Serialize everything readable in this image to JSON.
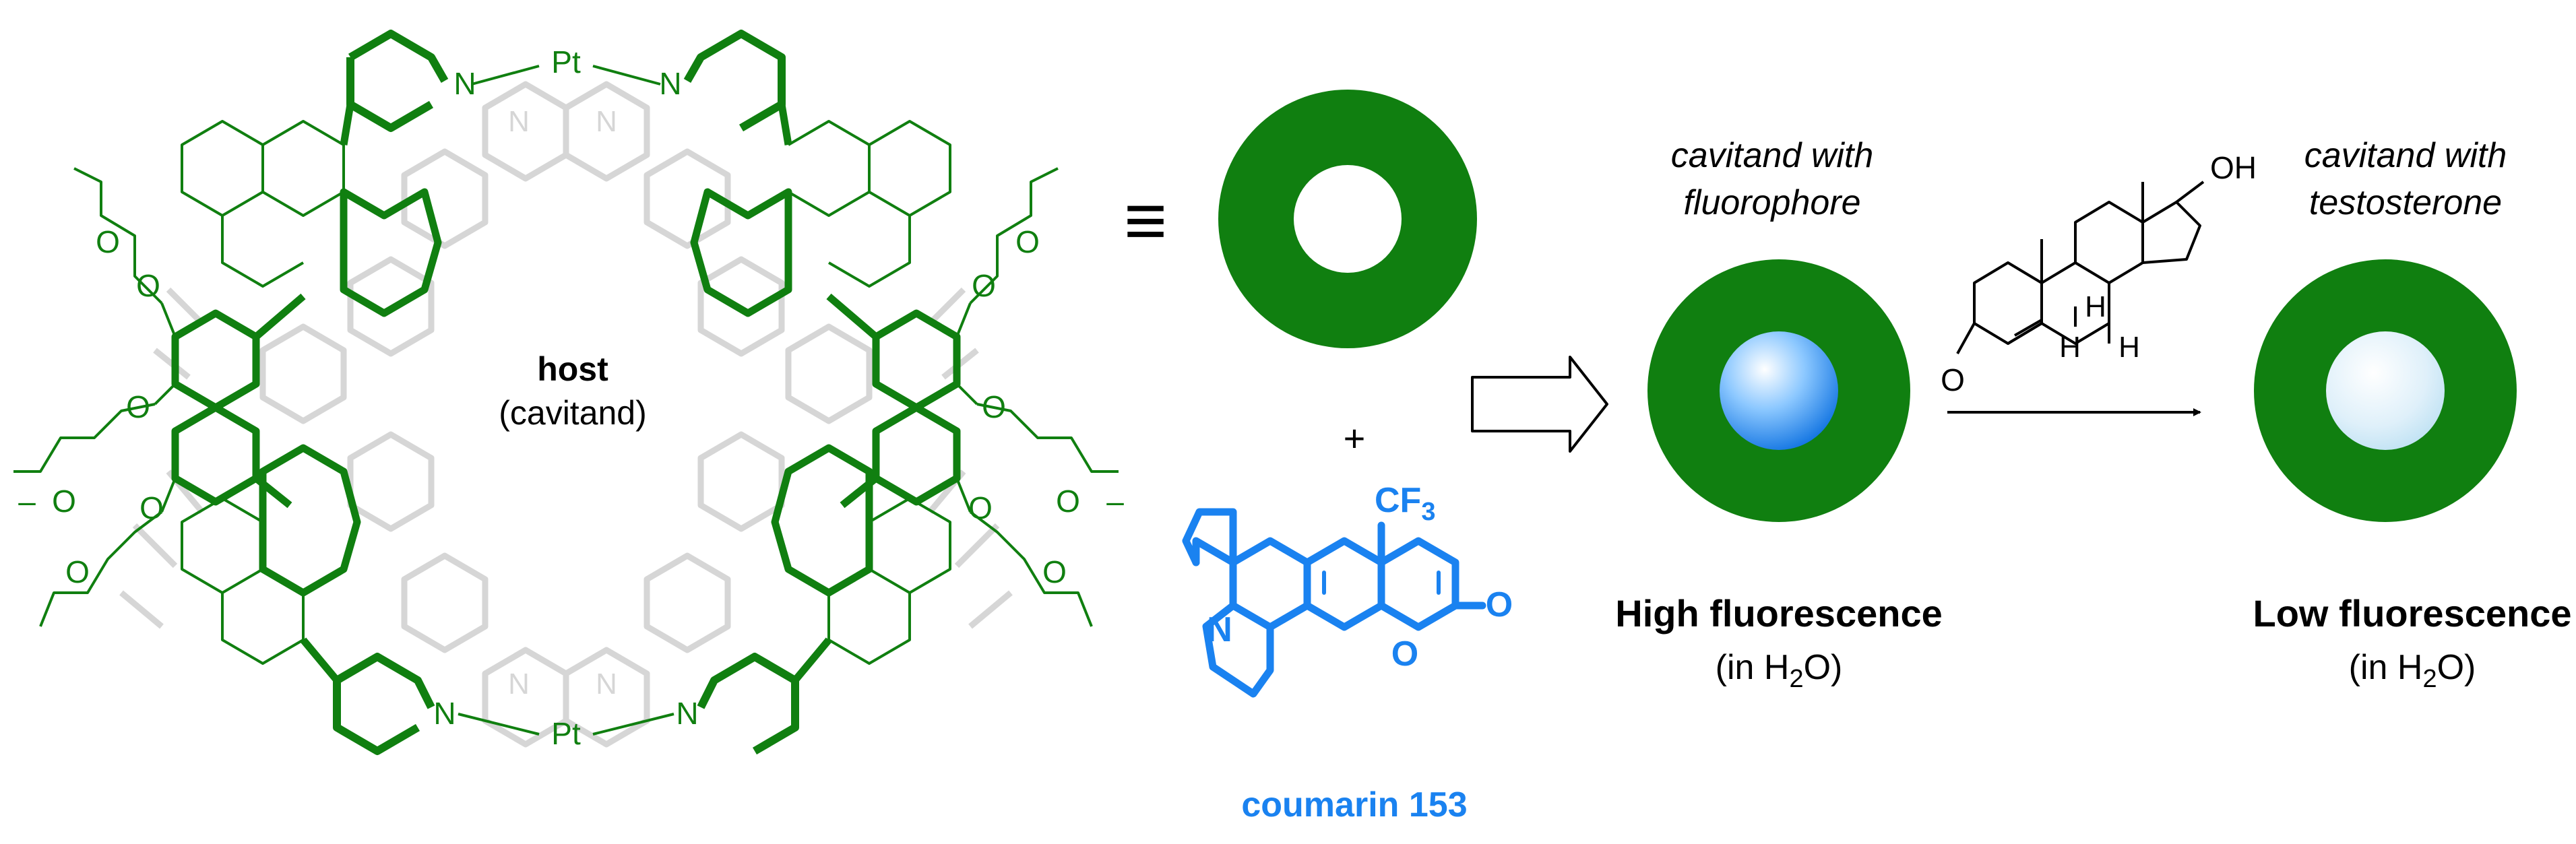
{
  "host": {
    "label_bold": "host",
    "label_sub": "(cavitand)",
    "metal": "Pt",
    "nitrogen": "N",
    "oxygen": "O",
    "methyl": "–"
  },
  "equiv_symbol": "≡",
  "plus_symbol": "+",
  "guest": {
    "name": "coumarin 153",
    "cf3_main": "CF",
    "cf3_sub": "3",
    "ring_o": "O",
    "carbonyl_o": "O",
    "nitrogen": "N"
  },
  "state_fluorophore": {
    "title_line1": "cavitand with",
    "title_line2": "fluorophore",
    "result_bold": "High fluorescence",
    "solvent_pre": "(in H",
    "solvent_sub": "2",
    "solvent_post": "O)"
  },
  "testosterone": {
    "oh": "OH",
    "h": "H",
    "o": "O"
  },
  "state_testosterone": {
    "title_line1": "cavitand with",
    "title_line2": "testosterone",
    "result_bold": "Low fluorescence",
    "solvent_pre": "(in H",
    "solvent_sub": "2",
    "solvent_post": "O)"
  },
  "colors": {
    "host_green": "#107f10",
    "guest_blue": "#1a82f0",
    "faded_gray": "#d6d6d6",
    "text": "#000000"
  }
}
